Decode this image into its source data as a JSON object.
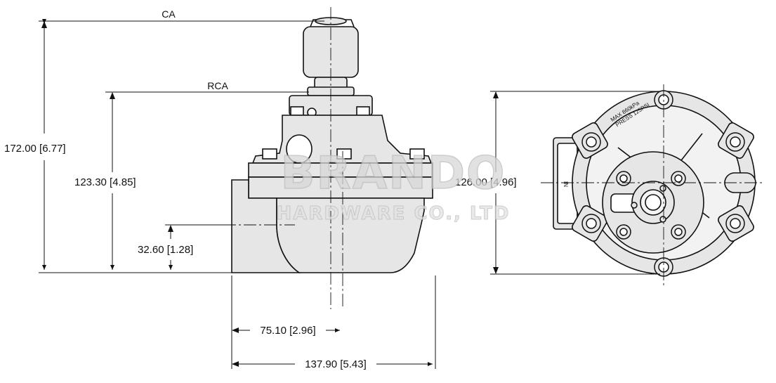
{
  "side_view": {
    "label_ca": "CA",
    "label_rca": "RCA",
    "dim_overall_height": "172.00 [6.77]",
    "dim_rca_height": "123.30 [4.85]",
    "dim_port_height": "32.60 [1.28]",
    "dim_port_offset": "75.10 [2.96]",
    "dim_overall_length": "137.90 [5.43]"
  },
  "top_view": {
    "dim_diameter": "126.00 [4.96]",
    "stamp_line1": "MAX 860kPa",
    "stamp_line2": "PRESS 125PSI",
    "stamp_line3": "IN"
  },
  "watermark": {
    "line1": "BRANDO",
    "line2": "HARDWARE CO., LTD"
  },
  "colors": {
    "ink": "#111111",
    "body_fill": "#e6e6e6",
    "watermark": "#d8d8d8"
  }
}
